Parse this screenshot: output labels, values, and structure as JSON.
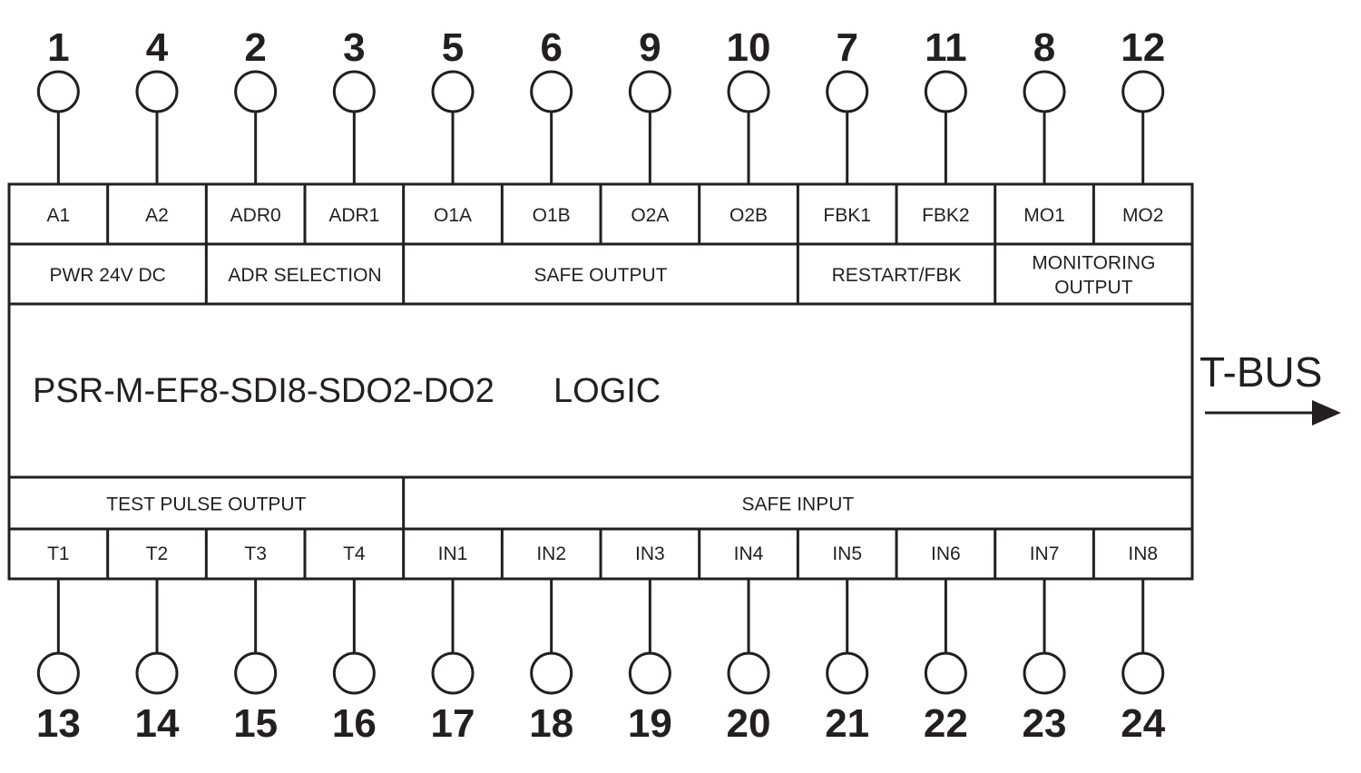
{
  "top_terminals": [
    {
      "pin": "1",
      "label": "A1"
    },
    {
      "pin": "4",
      "label": "A2"
    },
    {
      "pin": "2",
      "label": "ADR0"
    },
    {
      "pin": "3",
      "label": "ADR1"
    },
    {
      "pin": "5",
      "label": "O1A"
    },
    {
      "pin": "6",
      "label": "O1B"
    },
    {
      "pin": "9",
      "label": "O2A"
    },
    {
      "pin": "10",
      "label": "O2B"
    },
    {
      "pin": "7",
      "label": "FBK1"
    },
    {
      "pin": "11",
      "label": "FBK2"
    },
    {
      "pin": "8",
      "label": "MO1"
    },
    {
      "pin": "12",
      "label": "MO2"
    }
  ],
  "top_groups": [
    {
      "lines": [
        "PWR 24V DC"
      ],
      "span": 2
    },
    {
      "lines": [
        "ADR SELECTION"
      ],
      "span": 2
    },
    {
      "lines": [
        "SAFE OUTPUT"
      ],
      "span": 4
    },
    {
      "lines": [
        "RESTART/FBK"
      ],
      "span": 2
    },
    {
      "lines": [
        "MONITORING",
        "OUTPUT"
      ],
      "span": 2
    }
  ],
  "module": {
    "model": "PSR-M-EF8-SDI8-SDO2-DO2",
    "type": "LOGIC"
  },
  "bus": {
    "label": "T-BUS"
  },
  "bottom_groups": [
    {
      "lines": [
        "TEST PULSE OUTPUT"
      ],
      "span": 4
    },
    {
      "lines": [
        "SAFE INPUT"
      ],
      "span": 8
    }
  ],
  "bottom_terminals": [
    {
      "pin": "13",
      "label": "T1"
    },
    {
      "pin": "14",
      "label": "T2"
    },
    {
      "pin": "15",
      "label": "T3"
    },
    {
      "pin": "16",
      "label": "T4"
    },
    {
      "pin": "17",
      "label": "IN1"
    },
    {
      "pin": "18",
      "label": "IN2"
    },
    {
      "pin": "19",
      "label": "IN3"
    },
    {
      "pin": "20",
      "label": "IN4"
    },
    {
      "pin": "21",
      "label": "IN5"
    },
    {
      "pin": "22",
      "label": "IN6"
    },
    {
      "pin": "23",
      "label": "IN7"
    },
    {
      "pin": "24",
      "label": "IN8"
    }
  ]
}
